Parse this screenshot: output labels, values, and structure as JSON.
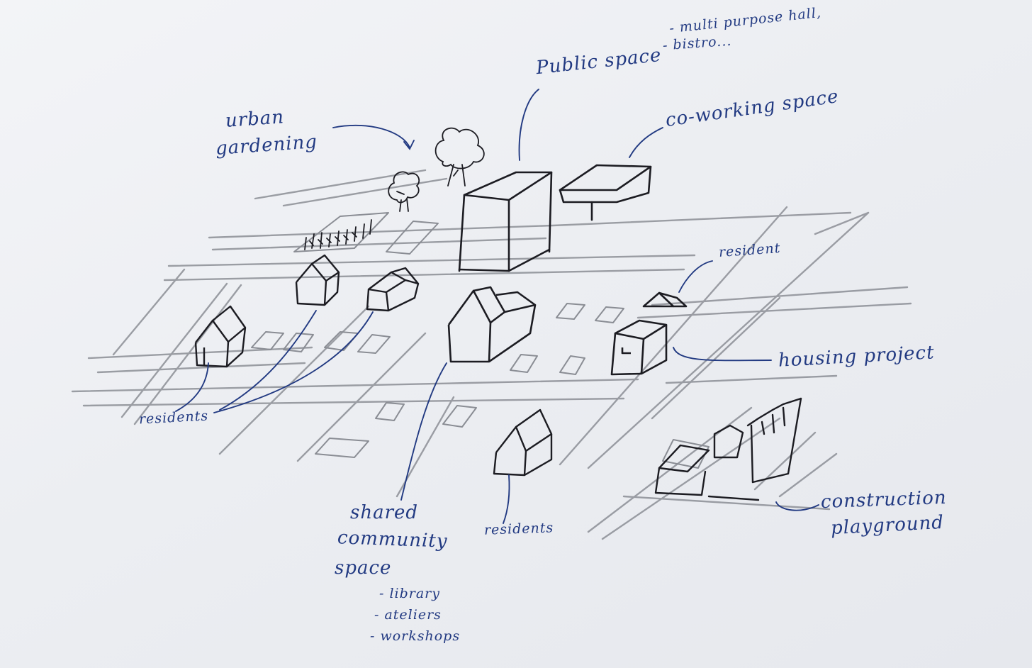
{
  "labels": {
    "public_space": "Public space",
    "public_space_notes": [
      "- multi purpose hall,",
      "- bistro..."
    ],
    "co_working": "co-working space",
    "urban_gardening": [
      "urban",
      "gardening"
    ],
    "resident": "resident",
    "housing_project": "housing project",
    "residents_left": "residents",
    "residents_bottom": "residents",
    "shared_community": [
      "shared",
      "community",
      "space"
    ],
    "shared_community_notes": [
      "- library",
      "- ateliers",
      "- workshops"
    ],
    "construction_playground": [
      "construction",
      "playground"
    ]
  },
  "colors": {
    "pencil": "#8a8d94",
    "ink_black": "#1c1c22",
    "ink_blue": "#223a82",
    "paper": "#eceef2"
  }
}
